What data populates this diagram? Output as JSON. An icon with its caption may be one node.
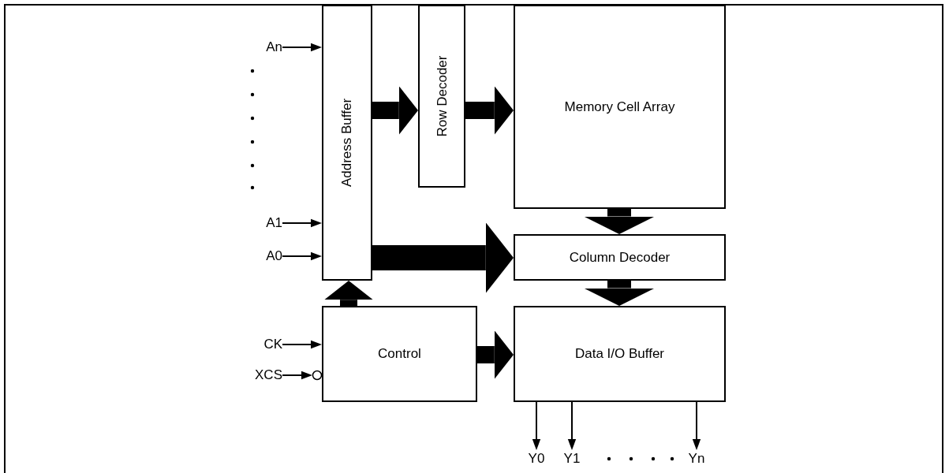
{
  "diagram": {
    "nodes": [
      {
        "text": [
          "Address Buffer"
        ]
      },
      {
        "text": [
          "Row Decoder"
        ]
      },
      {
        "text": [
          "Memory Cell Array"
        ]
      },
      {
        "text": [
          "Column Decoder"
        ]
      },
      {
        "text": [
          "Control"
        ]
      },
      {
        "text": [
          "Data I/O Buffer"
        ]
      },
      {
        "text": [
          "An"
        ]
      },
      {
        "text": [
          "A1"
        ]
      },
      {
        "text": [
          "A0"
        ]
      },
      {
        "text": [
          "CK"
        ]
      },
      {
        "text": [
          "XCS"
        ]
      },
      {
        "text": [
          "Y0"
        ]
      },
      {
        "text": [
          "Y1"
        ]
      },
      {
        "text": [
          "Yn"
        ]
      }
    ],
    "edges": [
      {
        "from": 6,
        "to": 0,
        "arrow": "to"
      },
      {
        "from": 7,
        "to": 0,
        "arrow": "to"
      },
      {
        "from": 8,
        "to": 0,
        "arrow": "to"
      },
      {
        "from": 9,
        "to": 4,
        "arrow": "to"
      },
      {
        "from": 10,
        "to": 4,
        "arrow": "to"
      },
      {
        "from": 0,
        "to": 1,
        "arrow": "to",
        "style": "thick"
      },
      {
        "from": 1,
        "to": 2,
        "arrow": "to",
        "style": "thick"
      },
      {
        "from": 0,
        "to": 3,
        "arrow": "to",
        "style": "thick"
      },
      {
        "from": 2,
        "to": 3,
        "arrow": "to",
        "style": "thick"
      },
      {
        "from": 4,
        "to": 0,
        "arrow": "to",
        "style": "thick"
      },
      {
        "from": 4,
        "to": 5,
        "arrow": "to",
        "style": "thick"
      },
      {
        "from": 3,
        "to": 5,
        "arrow": "to",
        "style": "thick"
      },
      {
        "from": 5,
        "to": 11,
        "arrow": "to"
      },
      {
        "from": 5,
        "to": 12,
        "arrow": "to"
      },
      {
        "from": 5,
        "to": 13,
        "arrow": "to"
      }
    ]
  }
}
